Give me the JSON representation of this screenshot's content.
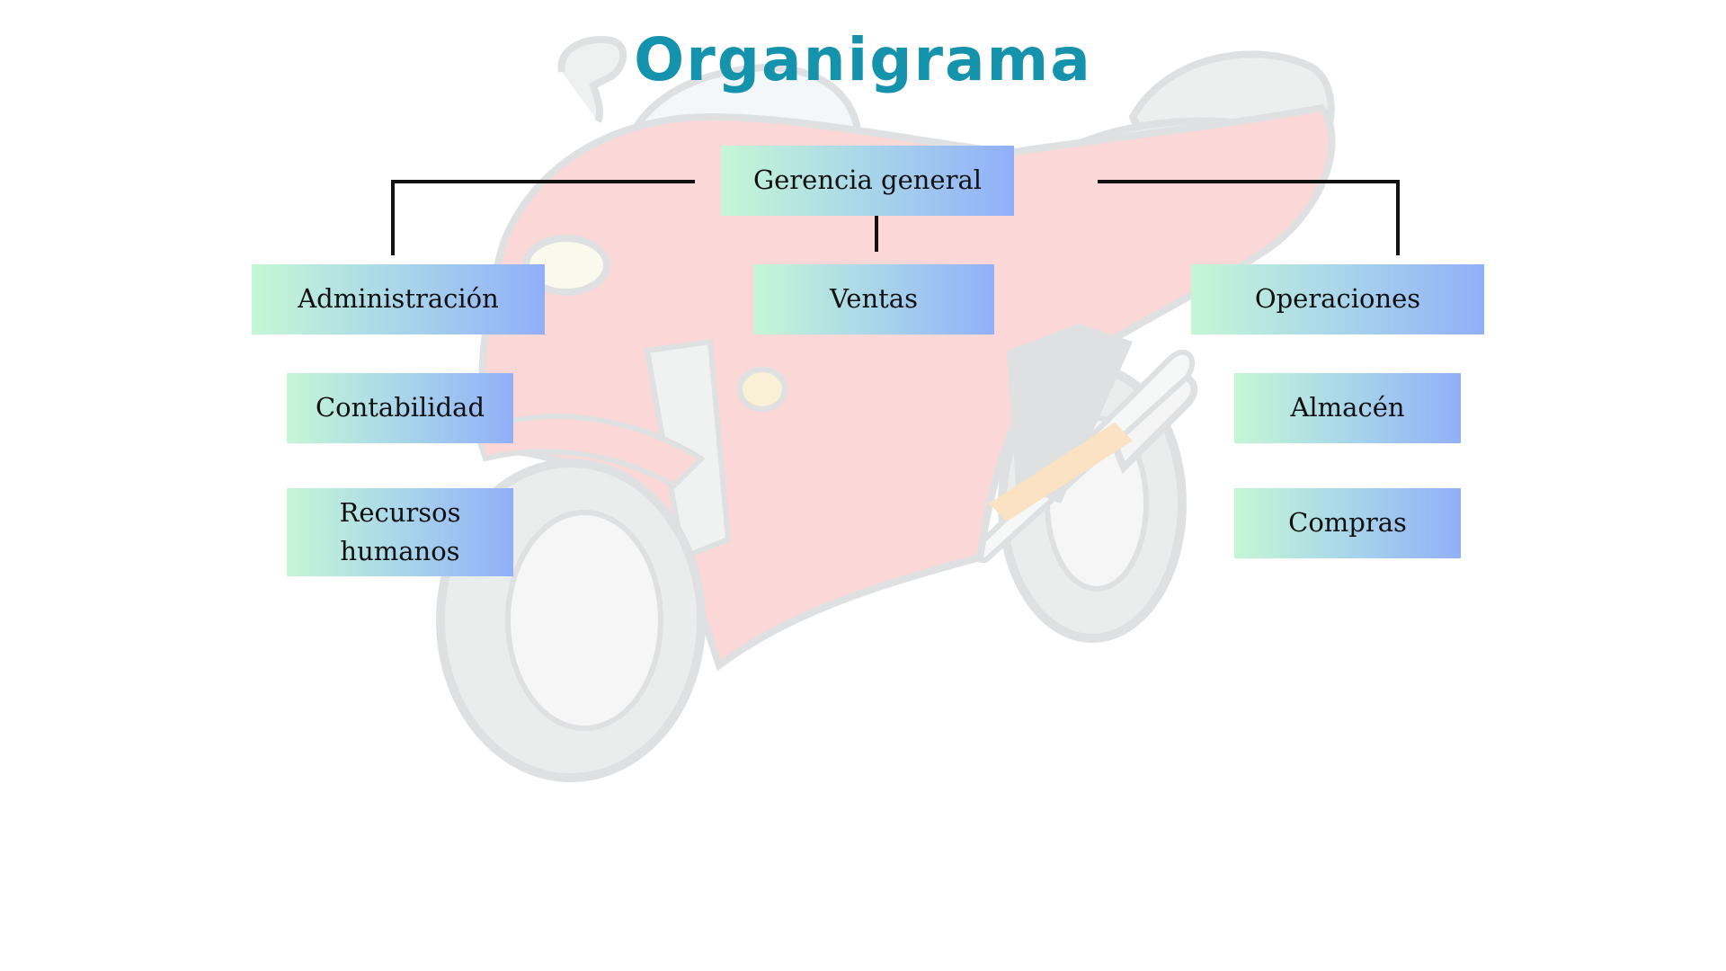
{
  "title": "Organigrama",
  "org_chart": {
    "root": "Gerencia general",
    "departments": [
      {
        "name": "Administración",
        "sub_units": [
          "Contabilidad",
          "Recursos humanos"
        ]
      },
      {
        "name": "Ventas",
        "sub_units": []
      },
      {
        "name": "Operaciones",
        "sub_units": [
          "Almacén",
          "Compras"
        ]
      }
    ]
  },
  "colors": {
    "title": "#1593ad",
    "box_gradient_start": "#c5f7d5",
    "box_gradient_end": "#91aff9",
    "connector": "#111111",
    "background": "#ffffff"
  },
  "background_image": "red sport motorcycle illustration (faded)"
}
